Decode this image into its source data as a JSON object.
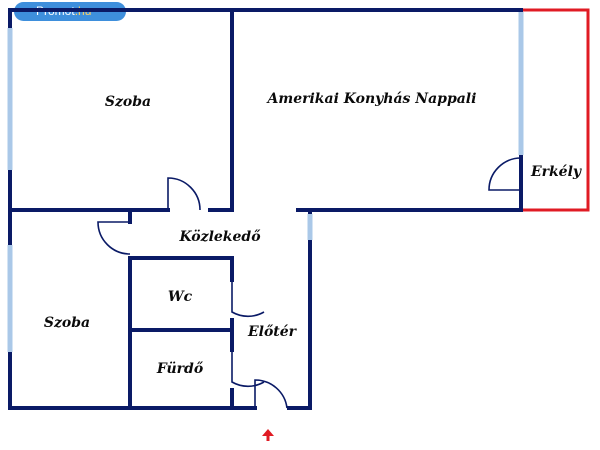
{
  "watermark": {
    "brand": "Promot",
    "tld": ".hu"
  },
  "rooms": [
    {
      "id": "szoba-1",
      "label": "Szoba"
    },
    {
      "id": "nappali",
      "label": "Amerikai Konyhás Nappali"
    },
    {
      "id": "erkely",
      "label": "Erkély"
    },
    {
      "id": "kozlekedo",
      "label": "Közlekedő"
    },
    {
      "id": "wc",
      "label": "Wc"
    },
    {
      "id": "szoba-2",
      "label": "Szoba"
    },
    {
      "id": "eloter",
      "label": "Előtér"
    },
    {
      "id": "furdo",
      "label": "Fürdő"
    }
  ],
  "colors": {
    "wall": "#0a1a66",
    "window": "#aac8e8",
    "balcony": "#e01b24",
    "entrance_arrow": "#e01b24"
  },
  "icons": {
    "entrance": "entrance-arrow-icon"
  }
}
